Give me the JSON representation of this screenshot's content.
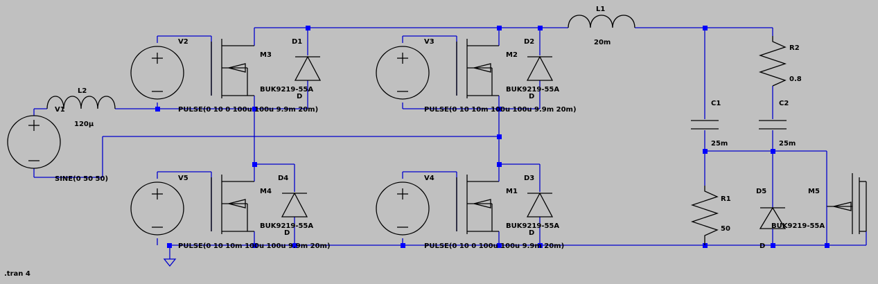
{
  "colors": {
    "background": "#c0c0c0",
    "wire": "#0000cc",
    "symbol": "#000000",
    "junction": "#0000ff"
  },
  "directive": ".tran 4",
  "components": {
    "L1": {
      "name": "L1",
      "value": "20m"
    },
    "L2": {
      "name": "L2",
      "value": "120µ"
    },
    "V1": {
      "name": "V1",
      "value": "SINE(0 50 50)"
    },
    "V2": {
      "name": "V2",
      "value": "PULSE(0 10 0 100u 100u 9.9m 20m)"
    },
    "V3": {
      "name": "V3",
      "value": "PULSE(0 10 10m 100u 100u 9.9m 20m)"
    },
    "V4": {
      "name": "V4",
      "value": "PULSE(0 10 0 100u 100u 9.9m 20m)"
    },
    "V5": {
      "name": "V5",
      "value": "PULSE(0 10 10m 100u 100u 9.9m 20m)"
    },
    "M1": {
      "name": "M1",
      "value": "BUK9219-55A"
    },
    "M2": {
      "name": "M2",
      "value": "BUK9219-55A"
    },
    "M3": {
      "name": "M3",
      "value": "BUK9219-55A"
    },
    "M4": {
      "name": "M4",
      "value": "BUK9219-55A"
    },
    "M5": {
      "name": "M5",
      "value": "BUK9219-55A"
    },
    "D1": {
      "name": "D1",
      "value": "D"
    },
    "D2": {
      "name": "D2",
      "value": "D"
    },
    "D3": {
      "name": "D3",
      "value": "D"
    },
    "D4": {
      "name": "D4",
      "value": "D"
    },
    "D5": {
      "name": "D5",
      "value": "D"
    },
    "C1": {
      "name": "C1",
      "value": "25m"
    },
    "C2": {
      "name": "C2",
      "value": "25m"
    },
    "R1": {
      "name": "R1",
      "value": "50"
    },
    "R2": {
      "name": "R2",
      "value": "0.8"
    }
  }
}
